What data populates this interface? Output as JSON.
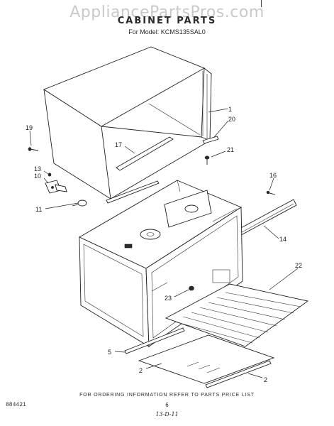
{
  "header": {
    "watermark": "AppliancePartsPros.com",
    "title": "CABINET PARTS",
    "model": "For Model: KCMS135SAL0"
  },
  "callouts": {
    "c1": "1",
    "c20": "20",
    "c19": "19",
    "c17": "17",
    "c21": "21",
    "c13": "13",
    "c10": "10",
    "c16": "16",
    "c11": "11",
    "c14": "14",
    "c22": "22",
    "c23": "23",
    "c5": "5",
    "c2a": "2",
    "c2b": "2"
  },
  "footer": {
    "note": "FOR ORDERING INFORMATION REFER TO PARTS PRICE LIST",
    "doc_number": "884421",
    "page_number": "6",
    "stamp": "13-D-11"
  }
}
